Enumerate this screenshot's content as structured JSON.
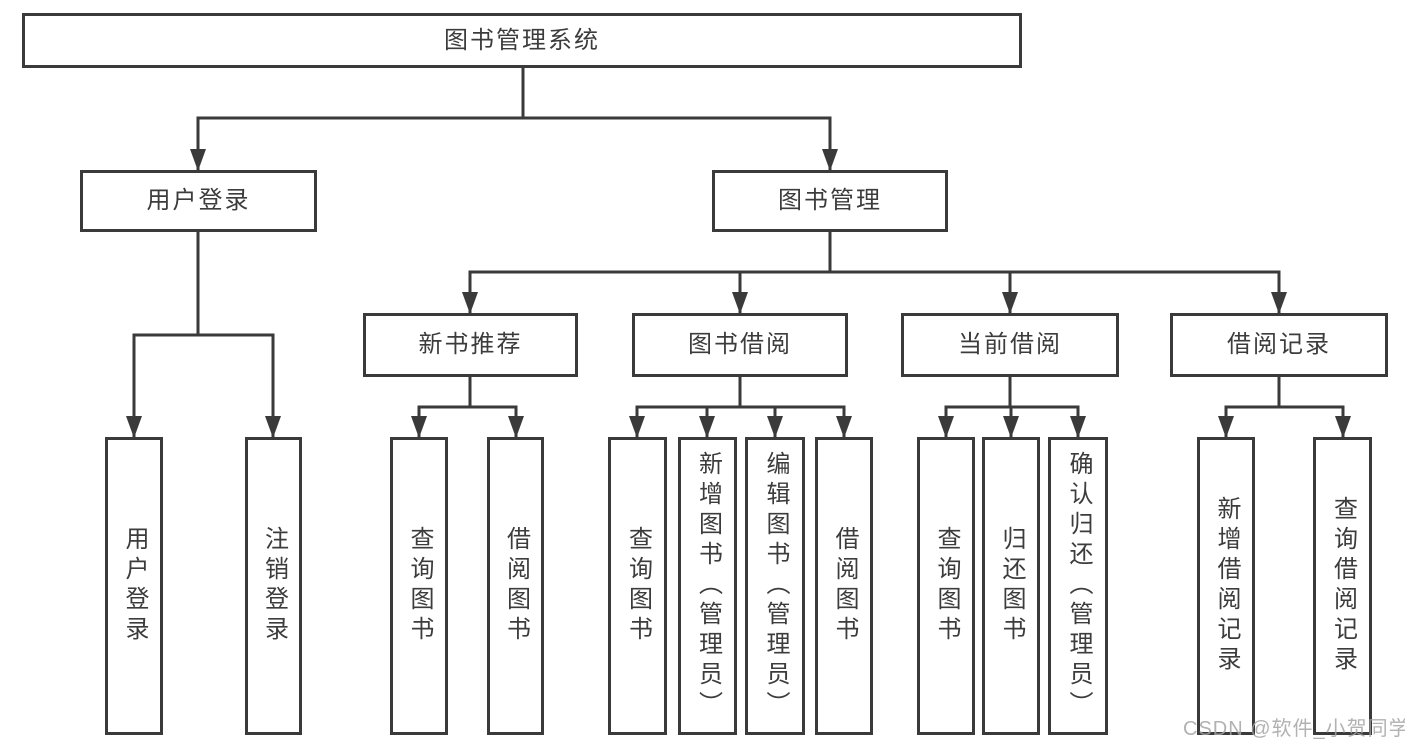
{
  "diagram": {
    "type": "hierarchy-tree",
    "root": {
      "label": "图书管理系统",
      "children": [
        {
          "label": "用户登录",
          "children": [
            {
              "label": "用户登录"
            },
            {
              "label": "注销登录"
            }
          ]
        },
        {
          "label": "图书管理",
          "children": [
            {
              "label": "新书推荐",
              "children": [
                {
                  "label": "查询图书"
                },
                {
                  "label": "借阅图书"
                }
              ]
            },
            {
              "label": "图书借阅",
              "children": [
                {
                  "label": "查询图书"
                },
                {
                  "label": "新增图书（管理员）"
                },
                {
                  "label": "编辑图书（管理员）"
                },
                {
                  "label": "借阅图书"
                }
              ]
            },
            {
              "label": "当前借阅",
              "children": [
                {
                  "label": "查询图书"
                },
                {
                  "label": "归还图书"
                },
                {
                  "label": "确认归还（管理员）"
                }
              ]
            },
            {
              "label": "借阅记录",
              "children": [
                {
                  "label": "新增借阅记录"
                },
                {
                  "label": "查询借阅记录"
                }
              ]
            }
          ]
        }
      ]
    }
  },
  "watermark": {
    "text": "CSDN @软件_小贺同学"
  },
  "colors": {
    "line": "#3a3a3a",
    "text": "#3c3c3c",
    "box_fill": "#ffffff",
    "background": "#ffffff",
    "watermark": "#a5a5a5"
  }
}
